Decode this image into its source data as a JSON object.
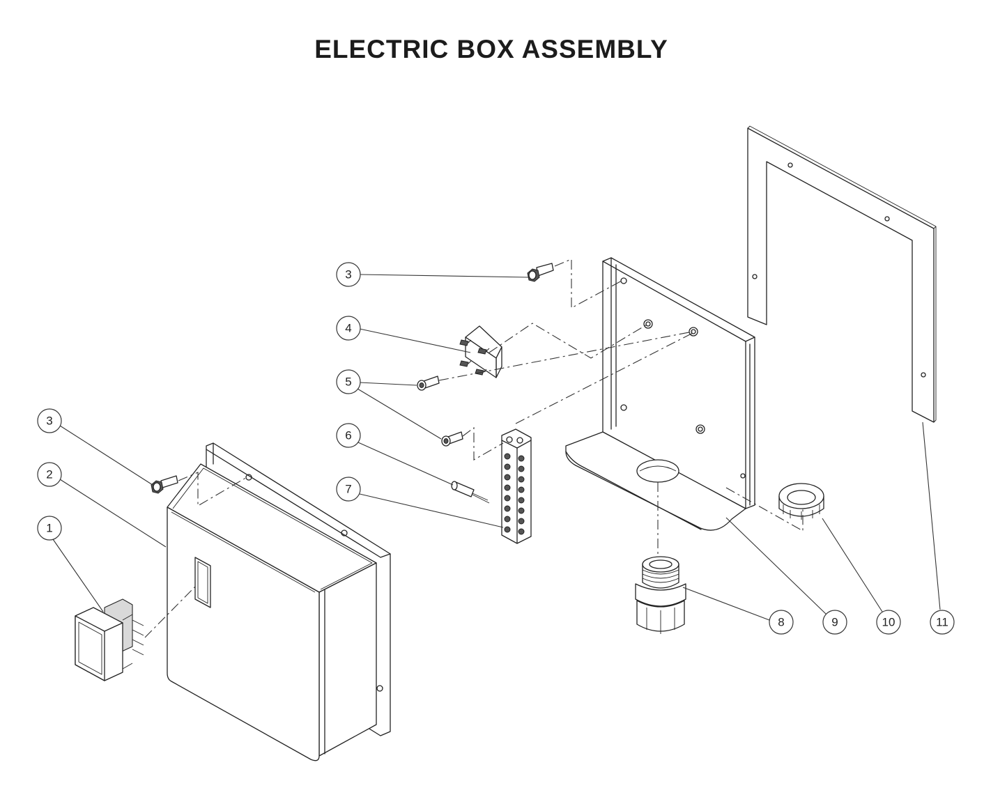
{
  "title": "ELECTRIC BOX ASSEMBLY",
  "callouts": [
    {
      "id": "c3a",
      "label": "3"
    },
    {
      "id": "c4",
      "label": "4"
    },
    {
      "id": "c5",
      "label": "5"
    },
    {
      "id": "c6",
      "label": "6"
    },
    {
      "id": "c7",
      "label": "7"
    },
    {
      "id": "c3b",
      "label": "3"
    },
    {
      "id": "c2",
      "label": "2"
    },
    {
      "id": "c1",
      "label": "1"
    },
    {
      "id": "c8",
      "label": "8"
    },
    {
      "id": "c9",
      "label": "9"
    },
    {
      "id": "c10",
      "label": "10"
    },
    {
      "id": "c11",
      "label": "11"
    }
  ]
}
